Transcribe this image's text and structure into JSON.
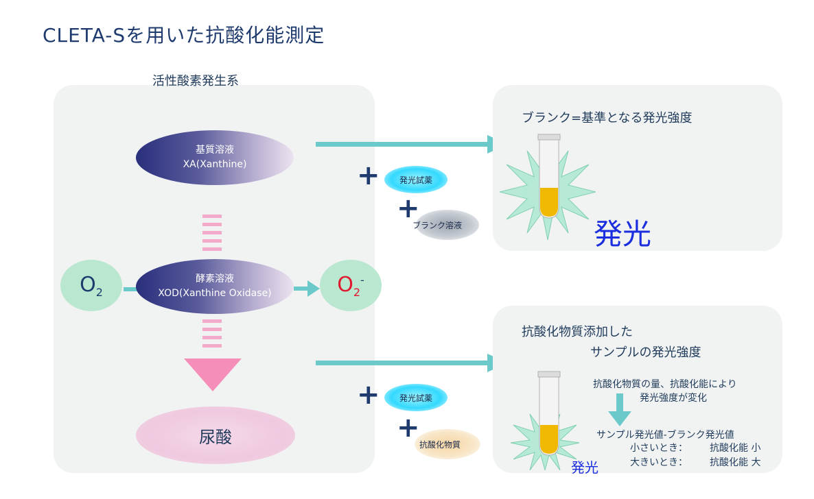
{
  "title": "CLETA-Sを用いた抗酸化能測定",
  "left_panel": {
    "label": "活性酸素発生系",
    "substrate": {
      "name": "基質溶液",
      "sub": "XA(Xanthine)"
    },
    "enzyme": {
      "name": "酵素溶液",
      "sub": "XOD(Xanthine Oxidase)"
    },
    "o2": {
      "base": "O",
      "sub": "2"
    },
    "o2_radical": {
      "base": "O",
      "sub": "2",
      "sup": "-"
    },
    "uric_acid": "尿酸"
  },
  "top_path": {
    "plus1": "+",
    "reagent": "発光試薬",
    "plus2": "+",
    "blank": "ブランク溶液"
  },
  "bottom_path": {
    "plus1": "+",
    "reagent": "発光試薬",
    "plus2": "+",
    "antioxidant": "抗酸化物質"
  },
  "blank_panel": {
    "title": "ブランク=基準となる発光強度",
    "emission": "発光"
  },
  "sample_panel": {
    "title_line1": "抗酸化物質添加した",
    "title_line2": "サンプルの発光強度",
    "note_line1": "抗酸化物質の量、抗酸化能により",
    "note_line2": "発光強度が変化",
    "formula": "サンプル発光値-ブランク発光値",
    "small_label": "小さいとき：",
    "small_value": "抗酸化能 小",
    "large_label": "大きいとき：",
    "large_value": "抗酸化能 大",
    "emission": "発光"
  },
  "colors": {
    "arrow_teal": "#6cc9c9",
    "pink_dash": "#f3a9c9",
    "pink_triangle": "#f58fba",
    "radical_red": "#e0192e",
    "emission_blue": "#1a2ee0",
    "tube_liquid": "#f0b800"
  }
}
